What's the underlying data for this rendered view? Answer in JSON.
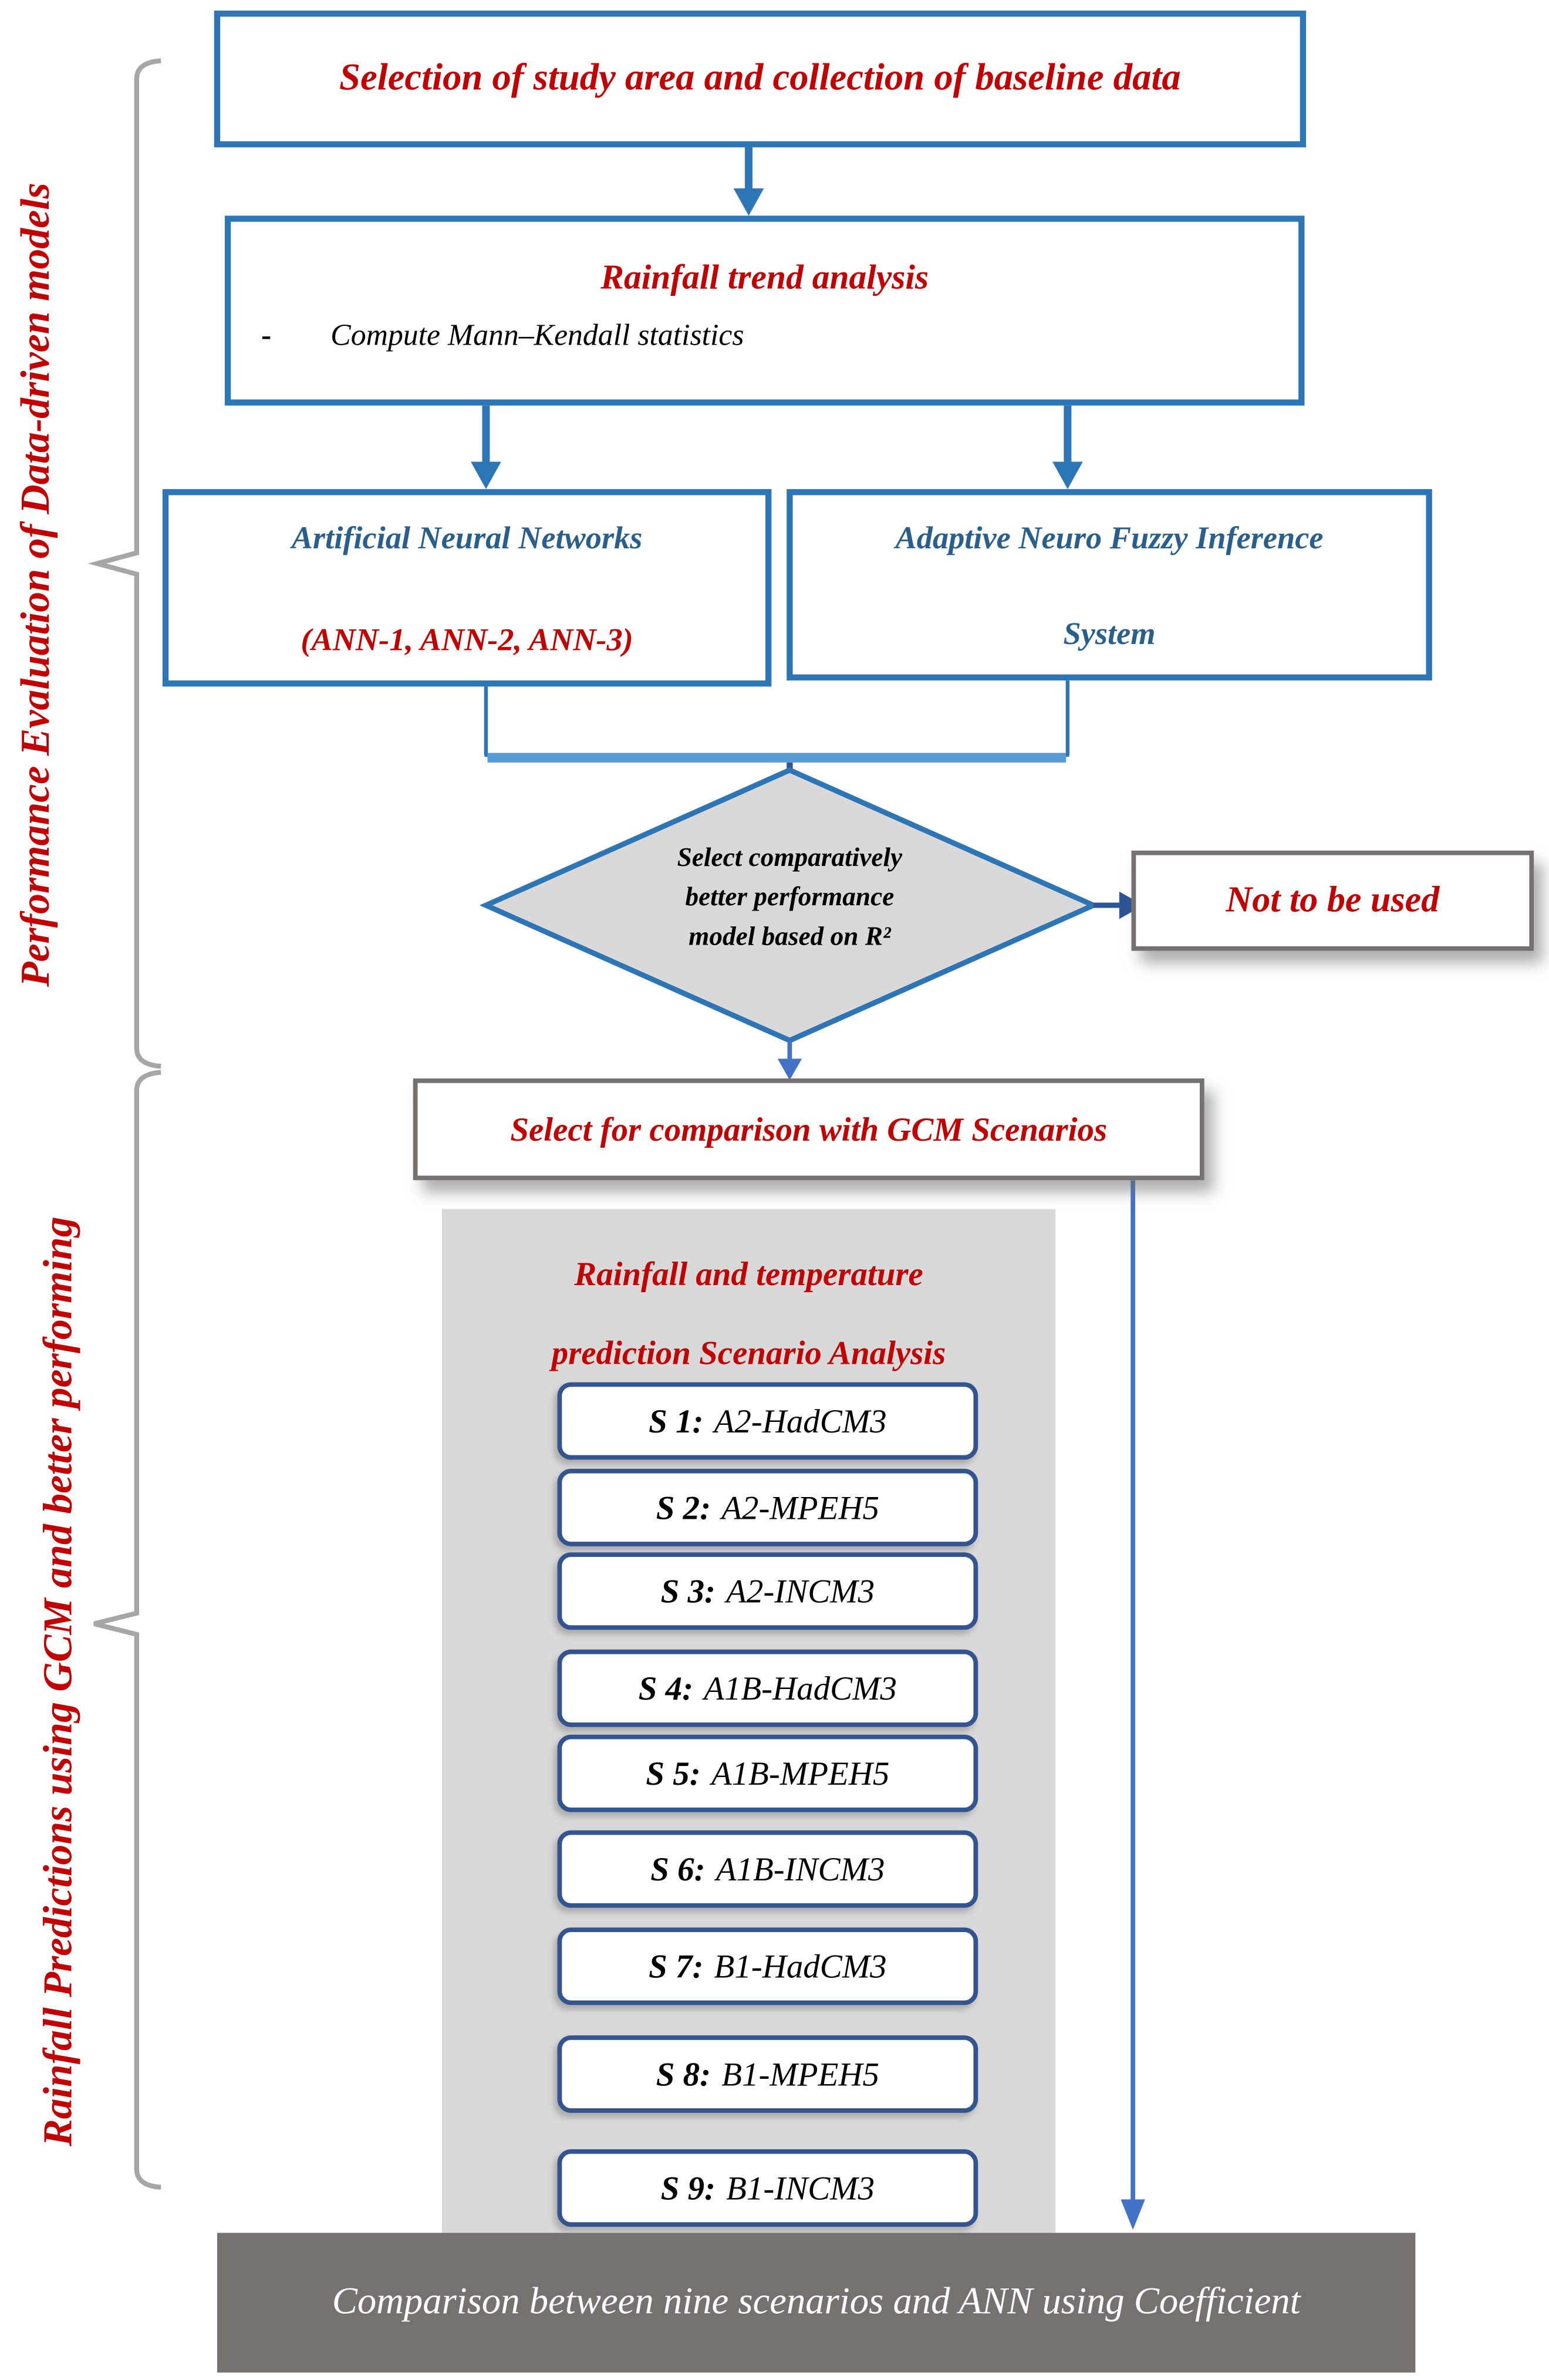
{
  "sidebar": {
    "top_label": "Performance Evaluation of Data-driven models",
    "bottom_label": "Rainfall Predictions using GCM and better performing"
  },
  "flow": {
    "selection_box": {
      "title": "Selection of study area and collection of baseline data"
    },
    "trend_box": {
      "title": "Rainfall trend analysis",
      "bullet_dash": "-",
      "bullet": "Compute Mann–Kendall statistics"
    },
    "ann_box": {
      "line1": "Artificial Neural Networks",
      "line2": "(ANN-1, ANN-2, ANN-3)"
    },
    "anfis_box": {
      "line1": "Adaptive Neuro Fuzzy Inference",
      "line2": "System"
    },
    "decision": {
      "lines": [
        "Select comparatively",
        "better performance",
        "model based on R²"
      ]
    },
    "not_used_box": {
      "label": "Not to be used"
    },
    "select_box": {
      "label": "Select for comparison with GCM Scenarios"
    },
    "comparison_box": {
      "label": "Comparison between nine scenarios and ANN using Coefficient"
    }
  },
  "panel": {
    "title_line1": "Rainfall and temperature",
    "title_line2": "prediction Scenario Analysis",
    "items": [
      {
        "prefix": "S 1:",
        "model": "A2-HadCM3"
      },
      {
        "prefix": "S 2:",
        "model": "A2-MPEH5"
      },
      {
        "prefix": "S 3:",
        "model": "A2-INCM3"
      },
      {
        "prefix": "S 4:",
        "model": "A1B-HadCM3"
      },
      {
        "prefix": "S 5:",
        "model": "A1B-MPEH5"
      },
      {
        "prefix": "S 6:",
        "model": "A1B-INCM3"
      },
      {
        "prefix": "S 7:",
        "model": "B1-HadCM3"
      },
      {
        "prefix": "S 8:",
        "model": "B1-MPEH5"
      },
      {
        "prefix": "S 9:",
        "model": "B1-INCM3"
      }
    ]
  },
  "colors": {
    "accent_blue": "#2E75B6",
    "navy_arrow": "#2F5496",
    "royal_line": "#4472C4",
    "light_bar": "#5B9BD5",
    "title_red": "#C00000",
    "steel_text": "#2A5F8C",
    "panel_gray": "#D9D9D9",
    "dark_gray_box": "#767171",
    "brace_gray": "#A6A6A6",
    "scenario_border": "#33548F"
  }
}
